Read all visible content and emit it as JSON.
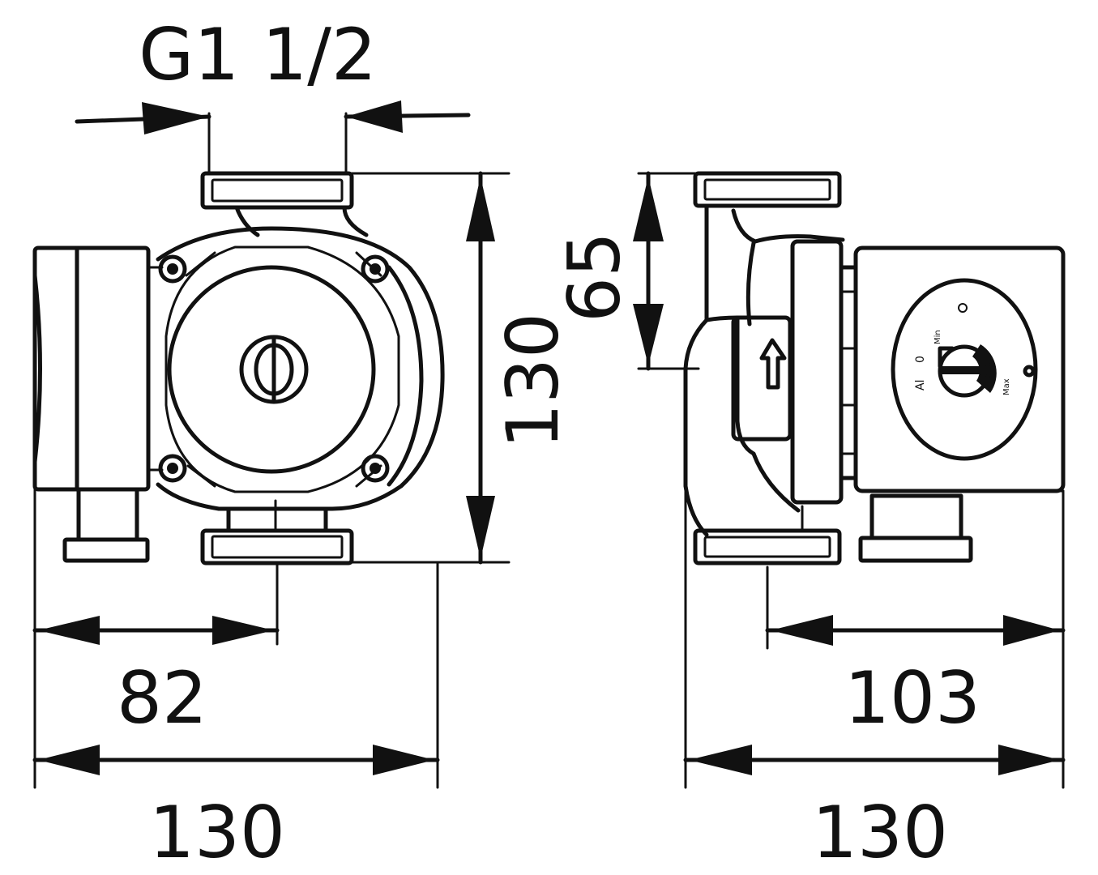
{
  "dimensions": {
    "thread": "G1 1/2",
    "height_front": "130",
    "height_side": "65",
    "offset_front": "82",
    "width_front": "130",
    "offset_side": "103",
    "width_side": "130"
  },
  "control_dial": {
    "auto": "Al",
    "off": "0",
    "min": "Min",
    "max": "Max"
  }
}
